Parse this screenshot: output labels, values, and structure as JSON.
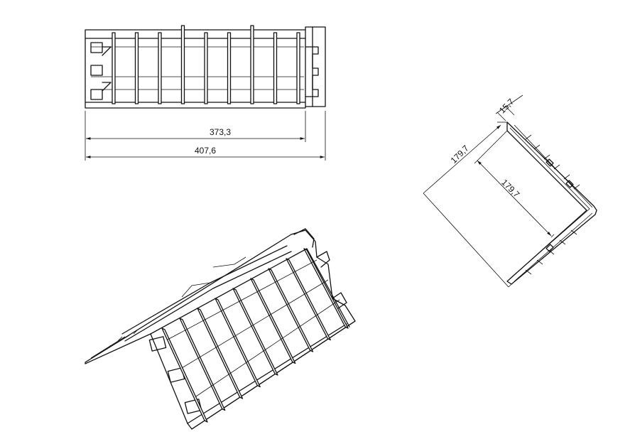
{
  "drawing": {
    "dimensions": {
      "inner_length": "373,3",
      "total_length": "407,6",
      "thickness": "15,7",
      "outer_leg": "179,7",
      "inner_leg": "179,7"
    }
  }
}
